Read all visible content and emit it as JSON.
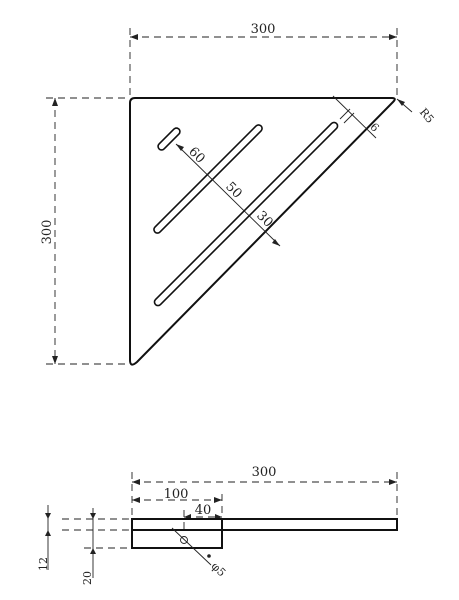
{
  "top_view": {
    "width_label": "300",
    "height_label": "300",
    "radius_label": "R5",
    "edge_label": "6",
    "slot_spacing_60": "60",
    "slot_spacing_50": "50",
    "slot_spacing_30": "30"
  },
  "side_view": {
    "length_label": "300",
    "bracket_label": "100",
    "hole_offset_label": "40",
    "thickness_label": "12",
    "bracket_height_label": "20",
    "hole_label": "φ5"
  },
  "colors": {
    "line": "#111111",
    "background": "#ffffff"
  }
}
